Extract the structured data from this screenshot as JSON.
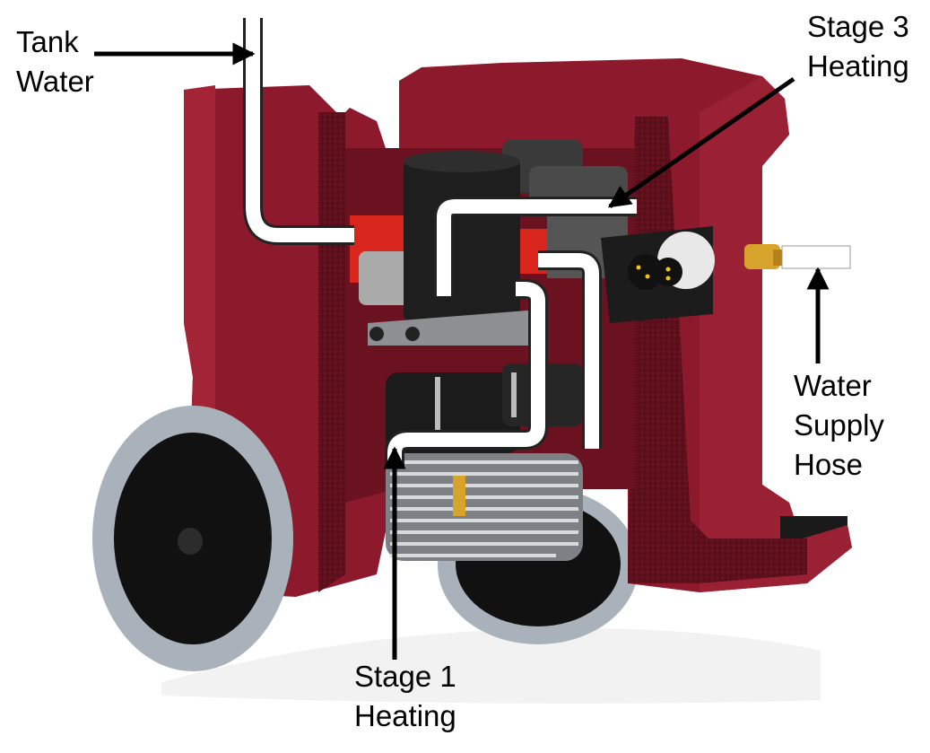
{
  "labels": {
    "tank_water": [
      "Tank",
      "Water"
    ],
    "stage3": [
      "Stage 3",
      "Heating"
    ],
    "water_supply": [
      "Water",
      "Supply",
      "Hose"
    ],
    "stage1": [
      "Stage 1",
      "Heating"
    ]
  },
  "colors": {
    "body": "#8c1a2c",
    "body_shadow": "#5e0f1c",
    "body_dark": "#4a0b14",
    "tire": "#a9b2ba",
    "hub": "#111111",
    "component": "#2a2a2a",
    "coil": "#c9ccd0",
    "heater_red": "#d9261c",
    "brass": "#d8a32a",
    "pipe": "#ffffff",
    "pipe_outline": "#222222"
  },
  "icons": [
    "wheel-icon",
    "coil-icon",
    "pump-icon",
    "motor-icon",
    "switch-plate-icon",
    "brass-fitting-icon"
  ]
}
